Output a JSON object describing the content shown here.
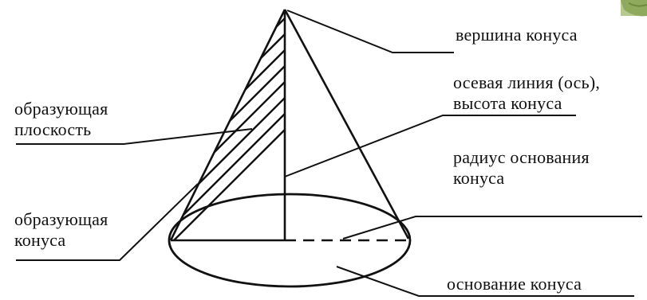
{
  "labels": {
    "apex": "вершина конуса",
    "axis_line1": "осевая линия (ось),",
    "axis_line2": "высота конуса",
    "plane_line1": "образующая",
    "plane_line2": "плоскость",
    "radius_line1": "радиус основания",
    "radius_line2": "конуса",
    "generatrix_line1": "образующая",
    "generatrix_line2": "конуса",
    "base": "основание конуса"
  },
  "colors": {
    "ink": "#111111",
    "background": "#ffffff",
    "corner_leaf": "#9bb56a"
  }
}
